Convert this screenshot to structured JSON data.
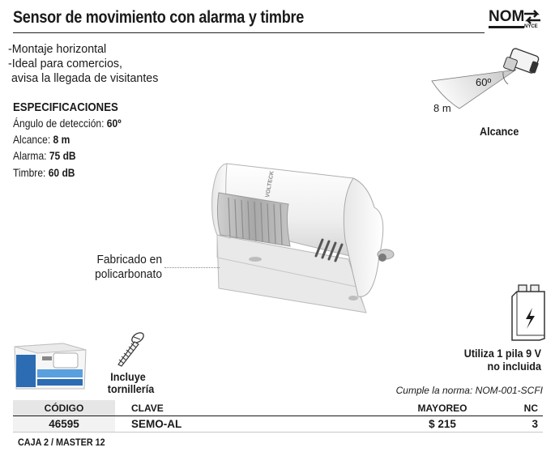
{
  "title": "Sensor de movimiento con alarma y timbre",
  "certification": {
    "nom": "NOM",
    "nyce": "NYCE"
  },
  "features": [
    "-Montaje horizontal",
    "-Ideal para comercios,",
    " avisa la llegada de visitantes"
  ],
  "specs": {
    "heading": "ESPECIFICACIONES",
    "items": [
      {
        "label": "Ángulo de detección: ",
        "value": "60º"
      },
      {
        "label": "Alcance: ",
        "value": "8 m"
      },
      {
        "label": "Alarma: ",
        "value": "75 dB"
      },
      {
        "label": "Timbre: ",
        "value": "60 dB"
      }
    ]
  },
  "range_diagram": {
    "angle": "60º",
    "distance": "8 m",
    "label": "Alcance"
  },
  "material_note": {
    "line1": "Fabricado en",
    "line2": "policarbonato"
  },
  "sensor_brand": "VOLTECK",
  "battery_note": {
    "line1": "Utiliza 1 pila 9 V",
    "line2": "no incluida"
  },
  "screws_note": {
    "line1": "Incluye",
    "line2": "tornillería"
  },
  "norm_note": "Cumple la norma: NOM-001-SCFI",
  "table": {
    "headers": [
      "CÓDIGO",
      "CLAVE",
      "MAYOREO",
      "NC"
    ],
    "rows": [
      [
        "46595",
        "SEMO-AL",
        "$ 215",
        "3"
      ]
    ]
  },
  "packaging": "CAJA 2 / MASTER 12",
  "colors": {
    "text": "#1a1a1a",
    "code_column_bg": "#f2f2f2",
    "package_blue": "#2b6cb3",
    "device_white": "#f4f4f4"
  }
}
